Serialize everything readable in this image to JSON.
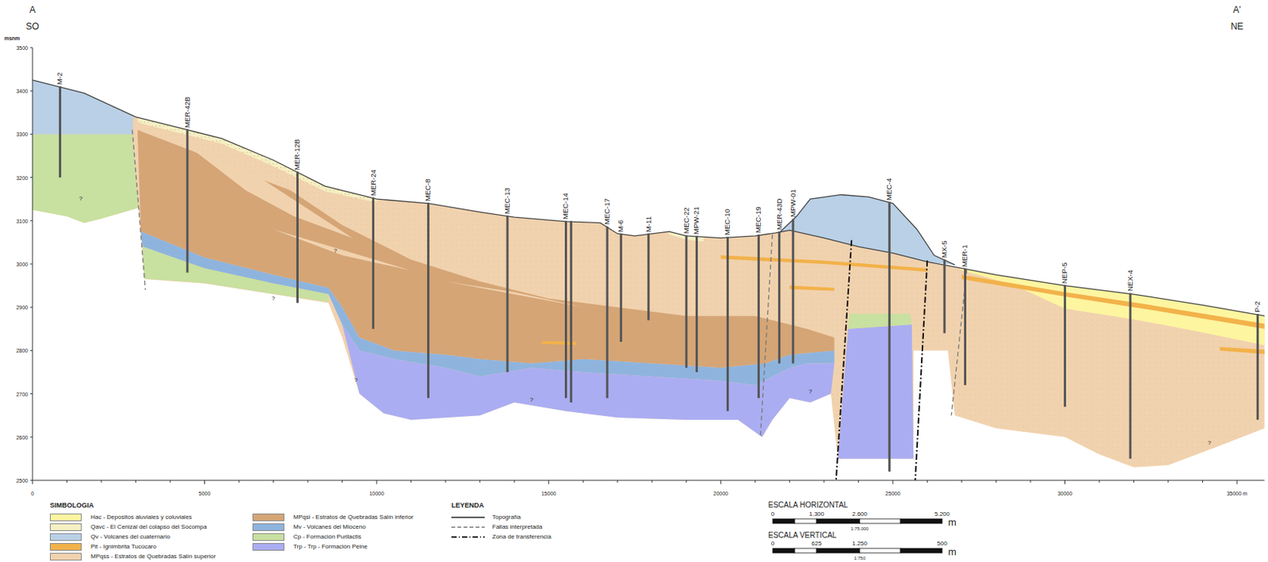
{
  "diagram": {
    "labels": [
      "A",
      "SO",
      "A'",
      "NE",
      "msnm",
      "3500",
      "3400",
      "3300",
      "3200",
      "3100",
      "3000",
      "2900",
      "2800",
      "2700",
      "2600",
      "2500",
      "0",
      "5000",
      "10000",
      "15000",
      "20000",
      "25000",
      "30000",
      "35000 m",
      "M-2",
      "MER-42B",
      "MER-12B",
      "MER-24",
      "MEC-8",
      "MEC-13",
      "MEC-14",
      "MEC-17",
      "M-6",
      "M-11",
      "MEC-22",
      "MPW-21",
      "MEC-10",
      "MEC-19",
      "MER-43D",
      "MPW-01",
      "MEC-4",
      "MX-5",
      "MER-1",
      "NEP-5",
      "NEX-4",
      "P-2",
      "?",
      "?",
      "?",
      "?",
      "?",
      "?",
      "?",
      "SIMBOLOGIA",
      "LEYENDA",
      "ESCALA HORIZONTAL",
      "0",
      "1.300",
      "2.600",
      "5.200",
      "m",
      "1:75.000",
      "ESCALA VERTICAL",
      "0",
      "625",
      "1.250",
      "500",
      "m",
      "1:750"
    ],
    "legend": [
      {
        "text": "Hac - Depositos aluviales y coluviales",
        "color": "#fdf5a0"
      },
      {
        "text": "Qavc - El Cenizal del colapso del Socompa",
        "color": "#f5efc4"
      },
      {
        "text": "Qv - Volcanes del cuaternario",
        "color": "#b9d0e6"
      },
      {
        "text": "Pit - Ignimbrita Tucúcaro",
        "color": "#f2b24a"
      },
      {
        "text": "MPqss - Estratos de Quebradas Salín superior",
        "color": "#f1d2ae"
      },
      {
        "text": "MPqsi - Estratos de Quebradas Salín inferior",
        "color": "#d5a576"
      },
      {
        "text": "Mv - Volcanes del Mioceno",
        "color": "#8eb4de"
      },
      {
        "text": "Cp - Formación Purilactis",
        "color": "#c8e0a0"
      },
      {
        "text": "Trp - Trp - Formación Peine",
        "color": "#abadf2"
      },
      {
        "text": "Topografía"
      },
      {
        "text": "Fallas interpretada"
      },
      {
        "text": "Zona de transferencia"
      }
    ]
  }
}
